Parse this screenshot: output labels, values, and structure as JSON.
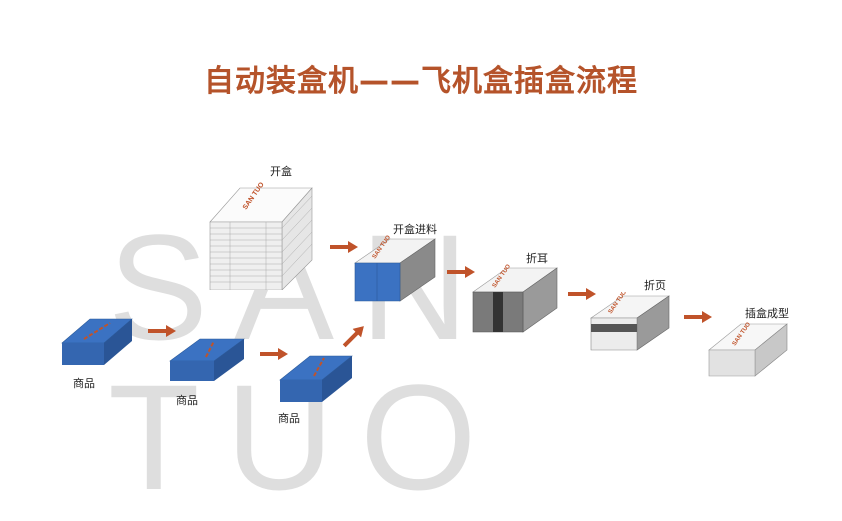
{
  "title": "自动装盒机——飞机盒插盒流程",
  "watermark": "SAN TUO",
  "brand_mark": "SAN TUO",
  "colors": {
    "title": "#b5532a",
    "arrow": "#c0532a",
    "product_blue": "#3b72c2",
    "box_white": "#f2f2f2",
    "box_gray": "#8a8a8a",
    "watermark": "#d9d9d9"
  },
  "stages": [
    {
      "id": "open-box",
      "label": "开盒"
    },
    {
      "id": "open-box-feed",
      "label": "开盒进料"
    },
    {
      "id": "fold-ears",
      "label": "折耳"
    },
    {
      "id": "fold-flap",
      "label": "折页"
    },
    {
      "id": "insert-form",
      "label": "插盒成型"
    }
  ],
  "products": [
    {
      "label": "商品"
    },
    {
      "label": "商品"
    },
    {
      "label": "商品"
    }
  ]
}
